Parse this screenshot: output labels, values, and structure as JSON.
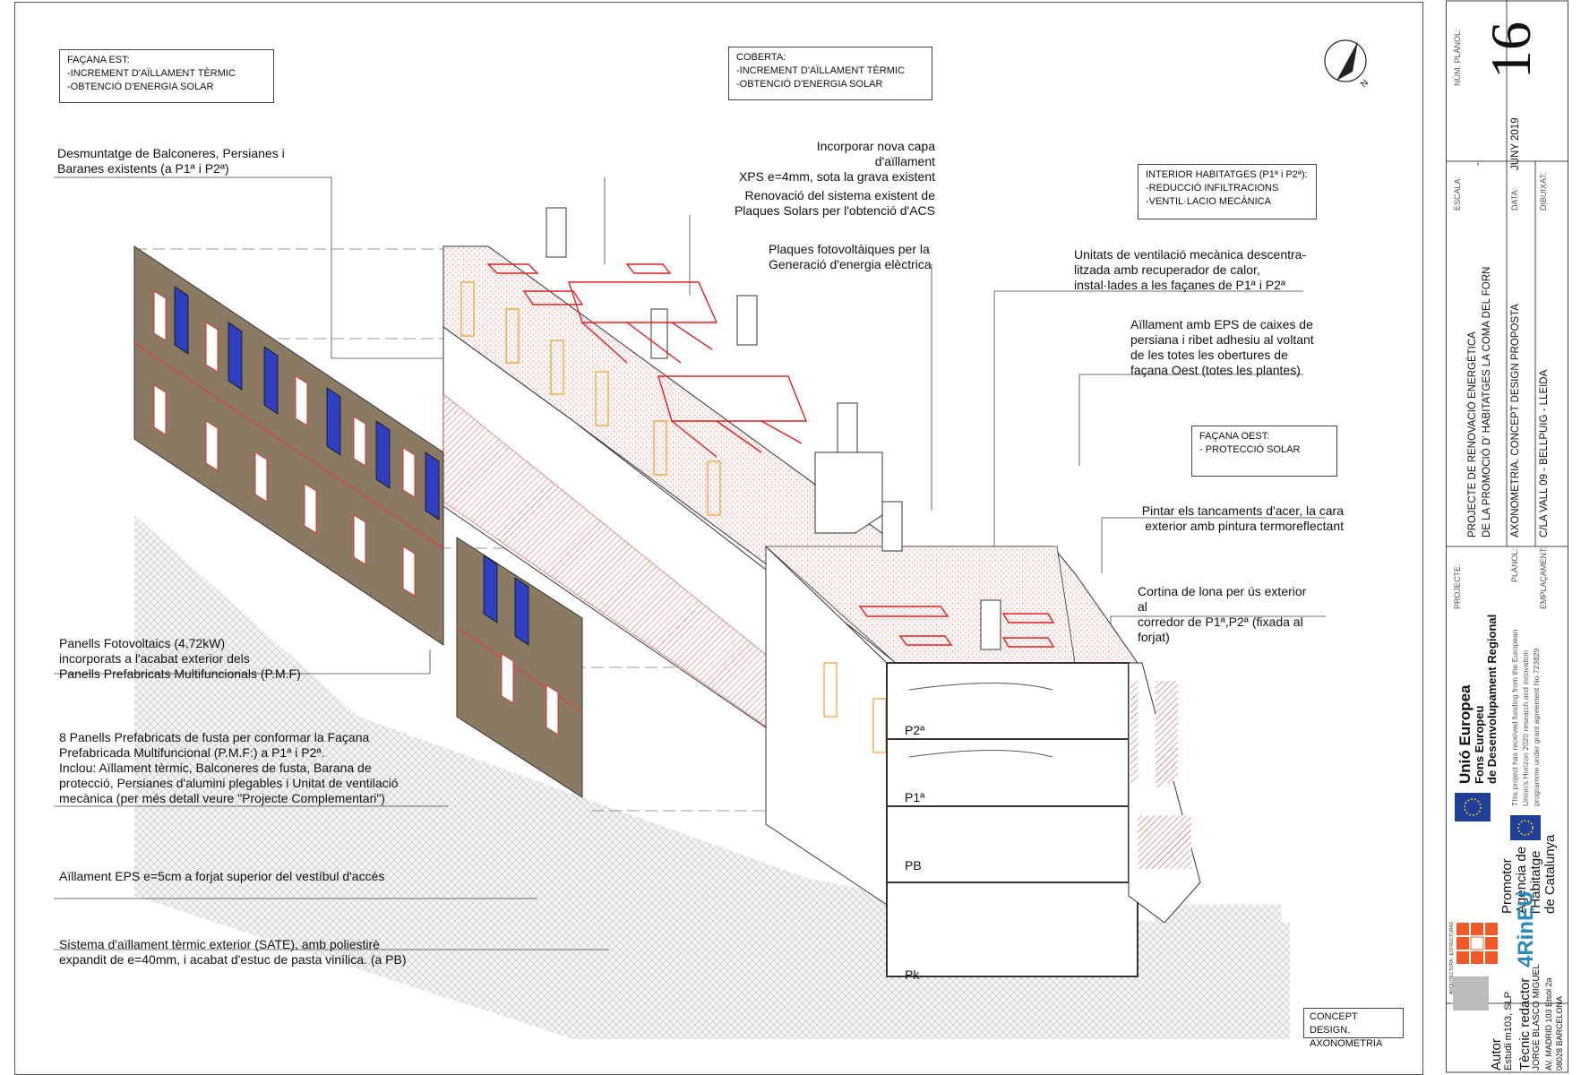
{
  "boxes": {
    "facana_est": "FAÇANA EST:\n-INCREMENT D'AÏLLAMENT TÈRMIC\n-OBTENCIÓ D'ENERGIA SOLAR",
    "coberta": "COBERTA:\n-INCREMENT D'AÏLLAMENT TÈRMIC\n-OBTENCIÓ D'ENERGIA SOLAR",
    "interior": "INTERIOR HABITATGES (P1ª i P2ª):\n-REDUCCIÓ INFILTRACIONS\n-VENTIL·LACIO MECÀNICA",
    "facana_oest": "FAÇANA OEST:\n- PROTECCIÓ SOLAR",
    "concept": "CONCEPT DESIGN.\nAXONOMETRIA"
  },
  "notes": {
    "desmuntatge": "Desmuntatge de Balconeres, Persianes i\nBaranes existents (a P1ª i P2ª)",
    "xps": "Incorporar nova capa\nd'aïllament\nXPS e=4mm, sota la grava existent",
    "plaques_acs": "Renovació del sistema existent de\nPlaques Solars per l'obtenció d'ACS",
    "fotovoltaiques": "Plaques fotovoltàiques per la\nGeneració d'energia elèctrica",
    "ventilacio": "Unitats de ventilació mecànica descentra-\nlitzada amb recuperador de calor,\ninstal·lades a les façanes de P1ª i P2ª",
    "eps_caixes": "Aïllament amb EPS de caixes de\npersiana i ribet adhesiu al voltant\nde les totes les obertures de\nfaçana Oest (totes les plantes)",
    "pintar": "Pintar els tancaments d'acer, la cara\nexterior amb pintura termoreflectant",
    "cortina": "Cortina de lona per ús exterior\nal\ncorredor de P1ª,P2ª (fixada al\nforjat)",
    "panells_fv": "Panells Fotovoltaics (4,72kW)\nincorporats a l'acabat exterior dels\nPanells Prefabricats Multifuncionals (P.M.F)",
    "panells_fusta": "8 Panells Prefabricats de fusta per conformar la Façana\nPrefabricada Multifuncional (P.M.F:) a P1ª i P2ª.\nInclou: Aïllament tèrmic, Balconeres de fusta, Barana de\nprotecció, Persianes d'alumini plegables i Unitat de ventilació\nmecànica (per més detall veure \"Projecte Complementari\")",
    "eps_forjat": "Aïllament EPS e=5cm a forjat superior del vestíbul d'accès",
    "sate": "Sistema d'aïllament tèrmic exterior (SATE), amb poliestirè\nexpandit de e=40mm, i acabat d'estuc de pasta vinílica. (a PB)"
  },
  "levels": [
    "P2ª",
    "P1ª",
    "PB",
    "Pk"
  ],
  "north_label": "N",
  "title_block": {
    "num_planol_label": "NÚM. PLÀNOL:",
    "num_planol": "16",
    "escala_label": "ESCALA:",
    "escala": "-",
    "data_label": "DATA:",
    "data": "JUNY 2019",
    "dibuixat_label": "DIBUIXAT:",
    "projecte_label": "PROJECTE:",
    "projecte_1": "PROJECTE DE RENOVACIÓ ENERGÈTICA",
    "projecte_2": "DE LA PROMOCIÓ D' HABITATGES LA COMA DEL FORN",
    "planol_label": "PLÀNOL:",
    "planol": "AXONOMETRIA. CONCEPT DESIGN PROPOSTA",
    "emplacament_label": "EMPLAÇAMENT:",
    "emplacament": "C/LA VALL 09 - BELLPUIG - LLEIDA",
    "eu_1": "Unió Europea",
    "eu_2": "Fons Europeu",
    "eu_3": "de Desenvolupament Regional",
    "h2020_1": "This project has received funding from the European",
    "h2020_2": "Union's Horizon 2020 research and innovation",
    "h2020_3": "programme under grant agreement No 723829",
    "promotor_label": "Promotor",
    "agencia_1": "Agència de",
    "agencia_2": "l'Habitatge",
    "agencia_3": "de Catalunya",
    "rineu": "4RinEU",
    "autor_label": "Autor",
    "autor": "Estudi m103, SLP",
    "tecnic_label": "Tècnic redactor",
    "tecnic": "JORGE BLASCO MIGUEL",
    "adreca_1": "AV. MADRID 103 Etsòl 2a",
    "adreca_2": "08028 BARCELONA",
    "arq_logo": "ARQUITECTURA · ESTRUCTURAS"
  },
  "colors": {
    "brown_panel": "#8a7a63",
    "pv_blue": "#2f3fc0",
    "red_install": "#e02020",
    "orange_window": "#f0a030",
    "gravel": "#d8d0c8"
  }
}
